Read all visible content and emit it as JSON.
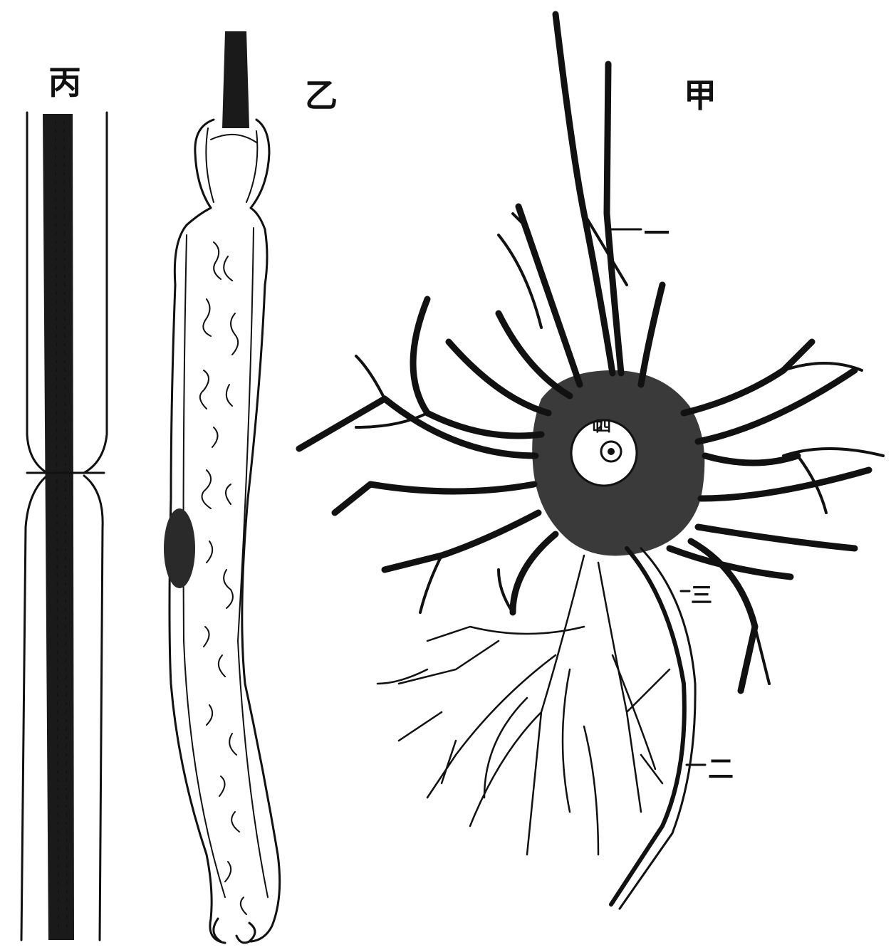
{
  "figure": {
    "panels": [
      {
        "id": "bing",
        "label": "丙"
      },
      {
        "id": "yi",
        "label": "乙"
      },
      {
        "id": "jia",
        "label": "甲"
      }
    ],
    "callouts": [
      {
        "id": "callout-1",
        "text": "一"
      },
      {
        "id": "callout-2",
        "text": "二"
      },
      {
        "id": "callout-3",
        "text": "三"
      },
      {
        "id": "callout-4",
        "text": "四"
      }
    ],
    "colors": {
      "ink": "#111111",
      "paper": "#ffffff"
    }
  }
}
